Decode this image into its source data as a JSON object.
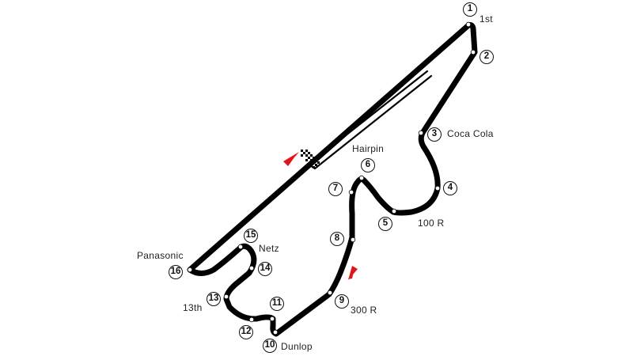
{
  "map": {
    "type": "race-circuit-layout",
    "colors": {
      "track": "#000000",
      "marker": "#ffffff",
      "arrow": "#e0151b",
      "background": "#ffffff"
    },
    "corners": [
      {
        "number": "1",
        "name": "1st"
      },
      {
        "number": "2",
        "name": ""
      },
      {
        "number": "3",
        "name": "Coca Cola"
      },
      {
        "number": "4",
        "name": ""
      },
      {
        "number": "5",
        "name": "100 R"
      },
      {
        "number": "6",
        "name": "Hairpin"
      },
      {
        "number": "7",
        "name": ""
      },
      {
        "number": "8",
        "name": ""
      },
      {
        "number": "9",
        "name": "300 R"
      },
      {
        "number": "10",
        "name": "Dunlop"
      },
      {
        "number": "11",
        "name": ""
      },
      {
        "number": "12",
        "name": ""
      },
      {
        "number": "13",
        "name": "13th"
      },
      {
        "number": "14",
        "name": ""
      },
      {
        "number": "15",
        "name": "Netz"
      },
      {
        "number": "16",
        "name": "Panasonic"
      }
    ],
    "features": {
      "start_finish": "checkered-flag",
      "direction_arrows": 2,
      "pit_lane": "parallel to main straight"
    }
  }
}
